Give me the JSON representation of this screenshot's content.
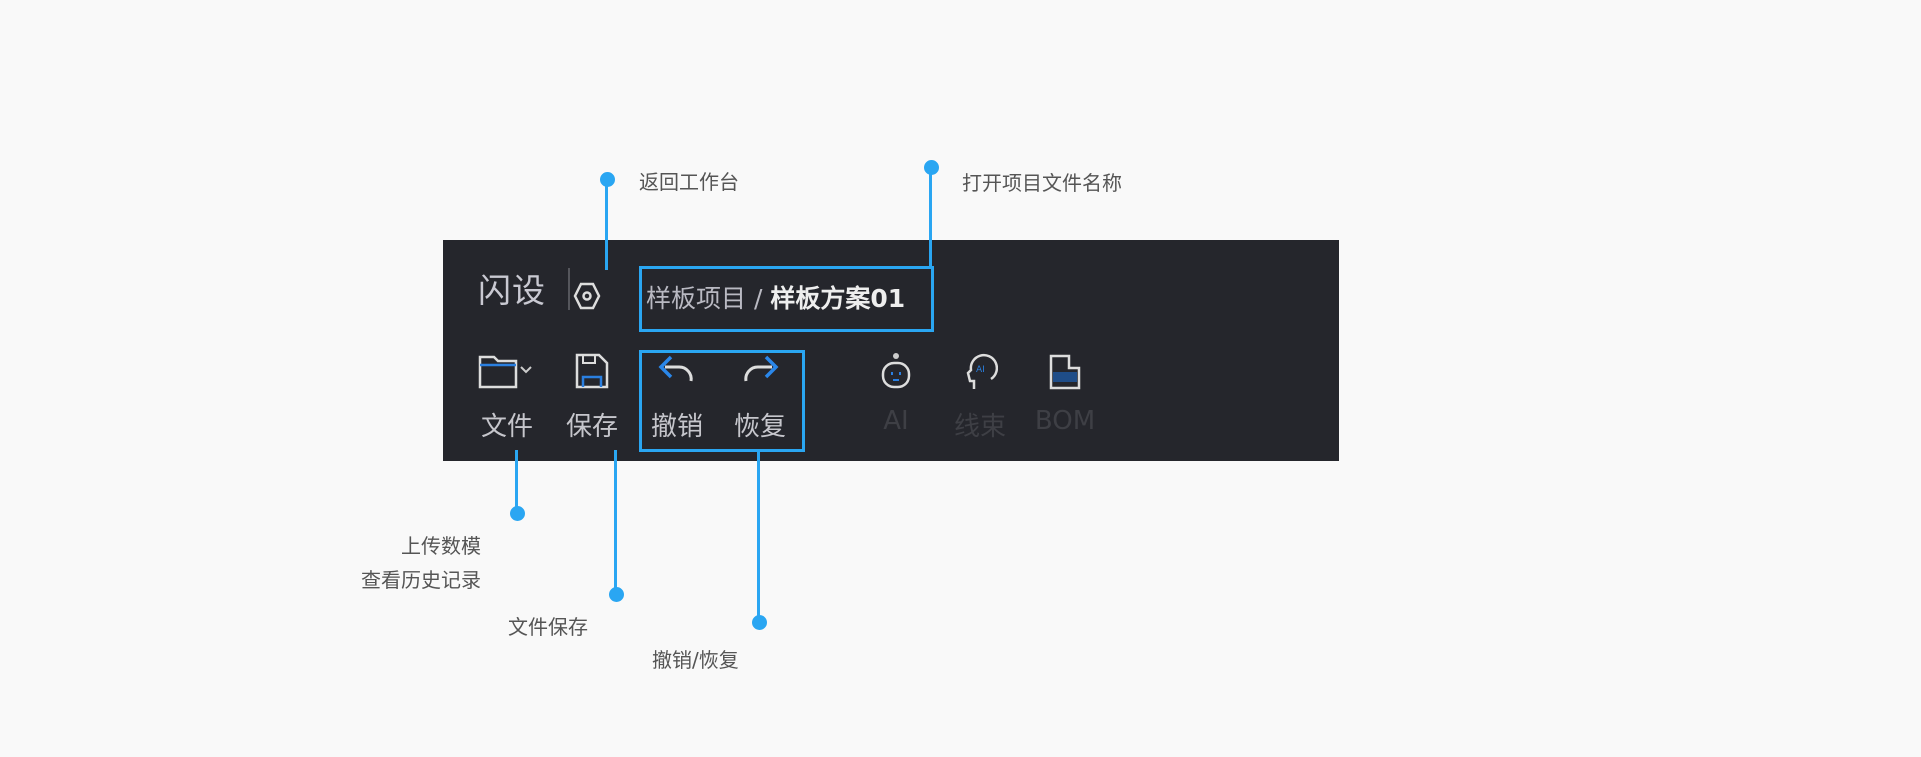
{
  "header": {
    "logo": "闪设",
    "project": "样板项目",
    "separator": " / ",
    "scheme": "样板方案01"
  },
  "toolbar": [
    {
      "label": "文件",
      "icon": "folder-dropdown-icon",
      "enabled": true
    },
    {
      "label": "保存",
      "icon": "save-icon",
      "enabled": true
    },
    {
      "label": "撤销",
      "icon": "undo-icon",
      "enabled": true
    },
    {
      "label": "恢复",
      "icon": "redo-icon",
      "enabled": true
    },
    {
      "label": "AI",
      "icon": "robot-icon",
      "enabled": false
    },
    {
      "label": "线束",
      "icon": "ai-head-icon",
      "enabled": false
    },
    {
      "label": "BOM",
      "icon": "bom-icon",
      "enabled": false
    }
  ],
  "annotations": {
    "workbench": "返回工作台",
    "filename": "打开项目文件名称",
    "file_1": "上传数模",
    "file_2": "查看历史记录",
    "save": "文件保存",
    "undo_redo": "撤销/恢复"
  },
  "colors": {
    "accent": "#2aa6f2",
    "bar": "#25262c"
  }
}
